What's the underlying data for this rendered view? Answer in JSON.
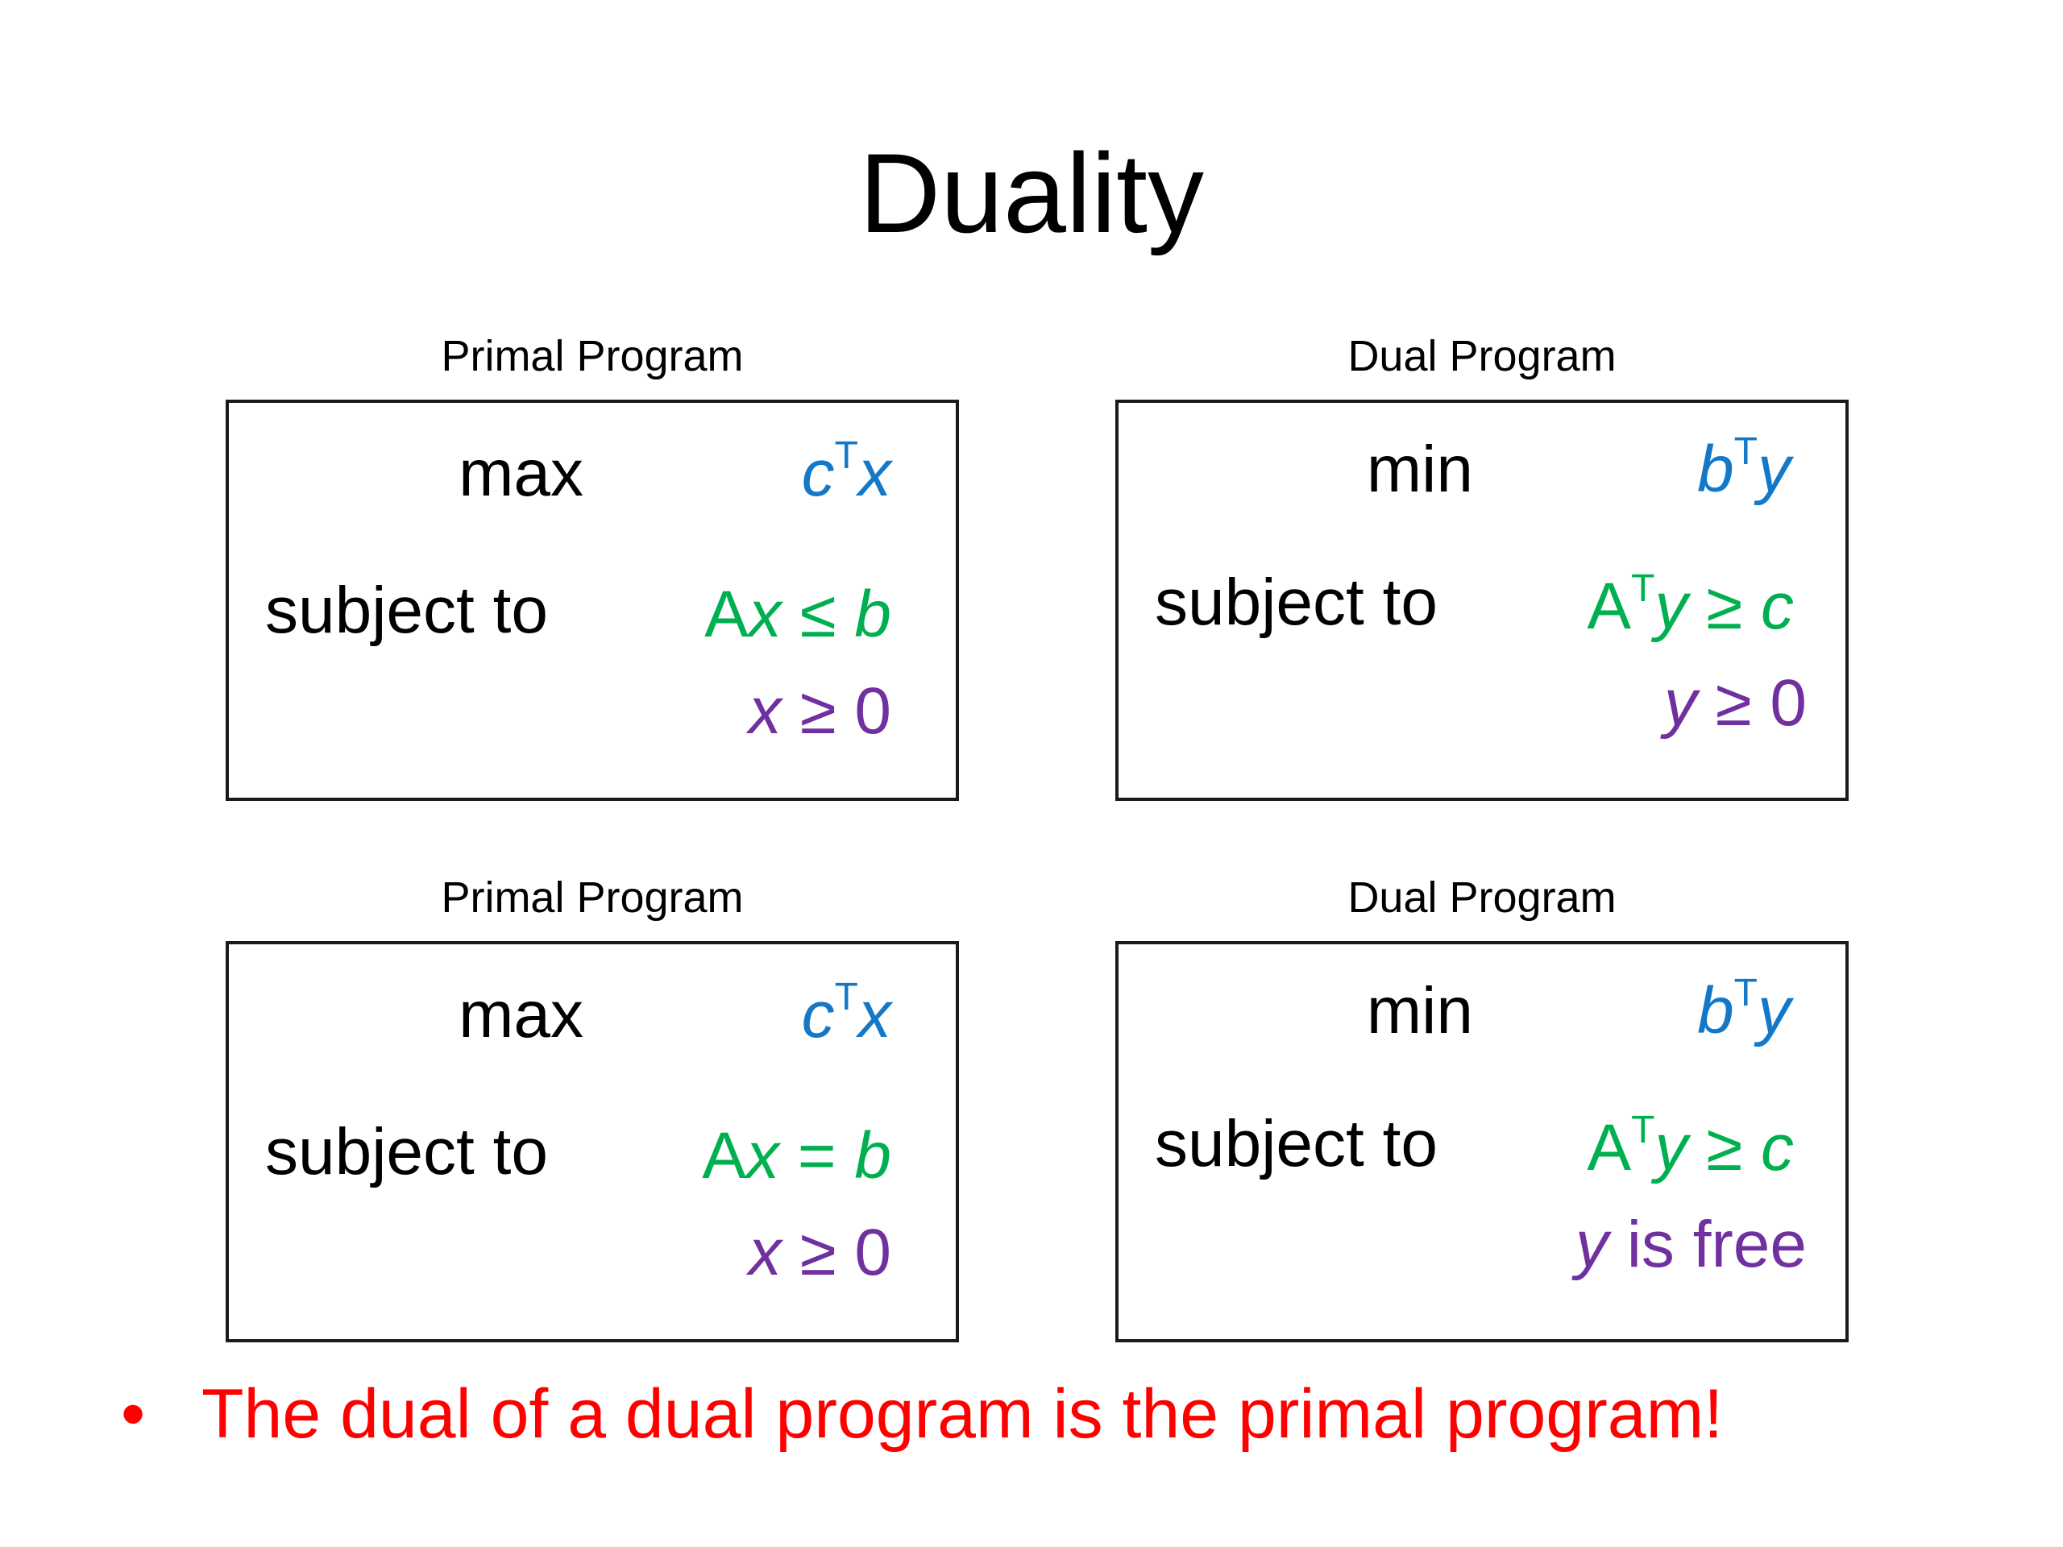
{
  "title": "Duality",
  "colors": {
    "objective": "#1478C8",
    "constraint": "#00B050",
    "sign": "#7030A0",
    "bullet": "#FF0000"
  },
  "pairs": [
    {
      "primal": {
        "label": "Primal Program",
        "keyword_objective": "max",
        "keyword_constraint": "subject to",
        "objective": {
          "var1": "c",
          "sup": "T",
          "var2": "x"
        },
        "constraint": {
          "lhs": "A",
          "var": "x",
          "op": " ≤ ",
          "rhs": "b"
        },
        "sign": {
          "var": "x",
          "rest": " ≥ 0"
        }
      },
      "dual": {
        "label": "Dual Program",
        "keyword_objective": "min",
        "keyword_constraint": "subject to",
        "objective": {
          "var1": "b",
          "sup": "T",
          "var2": "y"
        },
        "constraint": {
          "lhs": "A",
          "sup": "T",
          "var": "y",
          "op": " ≥ ",
          "rhs": "c"
        },
        "sign": {
          "var": "y",
          "rest": " ≥ 0"
        }
      }
    },
    {
      "primal": {
        "label": "Primal Program",
        "keyword_objective": "max",
        "keyword_constraint": "subject to",
        "objective": {
          "var1": "c",
          "sup": "T",
          "var2": "x"
        },
        "constraint": {
          "lhs": "A",
          "var": "x",
          "op": " = ",
          "rhs": "b"
        },
        "sign": {
          "var": "x",
          "rest": " ≥ 0"
        }
      },
      "dual": {
        "label": "Dual Program",
        "keyword_objective": "min",
        "keyword_constraint": "subject to",
        "objective": {
          "var1": "b",
          "sup": "T",
          "var2": "y"
        },
        "constraint": {
          "lhs": "A",
          "sup": "T",
          "var": "y",
          "op": " ≥ ",
          "rhs": "c"
        },
        "sign": {
          "var": "y",
          "rest": " is free"
        }
      }
    }
  ],
  "bullet": {
    "symbol": "•",
    "text": "The dual of a dual program is the primal program!"
  }
}
